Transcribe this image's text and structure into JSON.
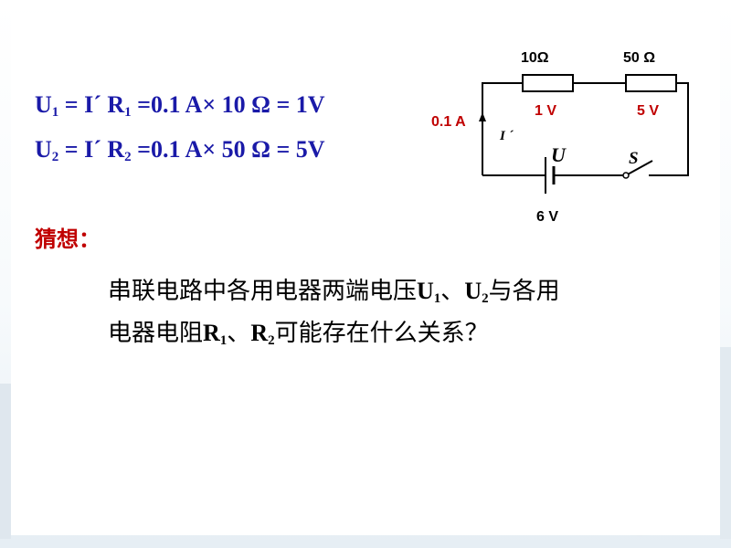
{
  "equations": {
    "eq1": {
      "u_sym": "U",
      "u_sub": "1",
      "mid": " = I´ R",
      "r_sub": "1",
      "rest": " =0.1 A× 10 Ω = 1V"
    },
    "eq2": {
      "u_sym": "U",
      "u_sub": "2",
      "mid": " = I´ R",
      "r_sub": "2",
      "rest": " =0.1 A× 50 Ω = 5V"
    }
  },
  "guess": {
    "label": "猜想："
  },
  "question": {
    "line1_text": "串联电路中各用电器两端电压",
    "sym_u": "U",
    "u1_sub": "1",
    "sep1": "、",
    "u2_sub": "2",
    "line1_end": "与各用",
    "line2_text": "电器电阻",
    "sym_r": "R",
    "r1_sub": "1",
    "sep2": "、",
    "r2_sub": "2",
    "line2_end": "可能存在什么关系？"
  },
  "circuit": {
    "r1_label": "10Ω",
    "r2_label": "50 Ω",
    "v1_label": "1 V",
    "v2_label": "5 V",
    "current_value": "0.1 A",
    "current_symbol": "I ´",
    "battery_symbol": "U",
    "switch_symbol": "S",
    "battery_voltage": "6 V"
  },
  "colors": {
    "equation_text": "#1a1aa8",
    "accent_red": "#c00000",
    "wire": "#000000"
  }
}
